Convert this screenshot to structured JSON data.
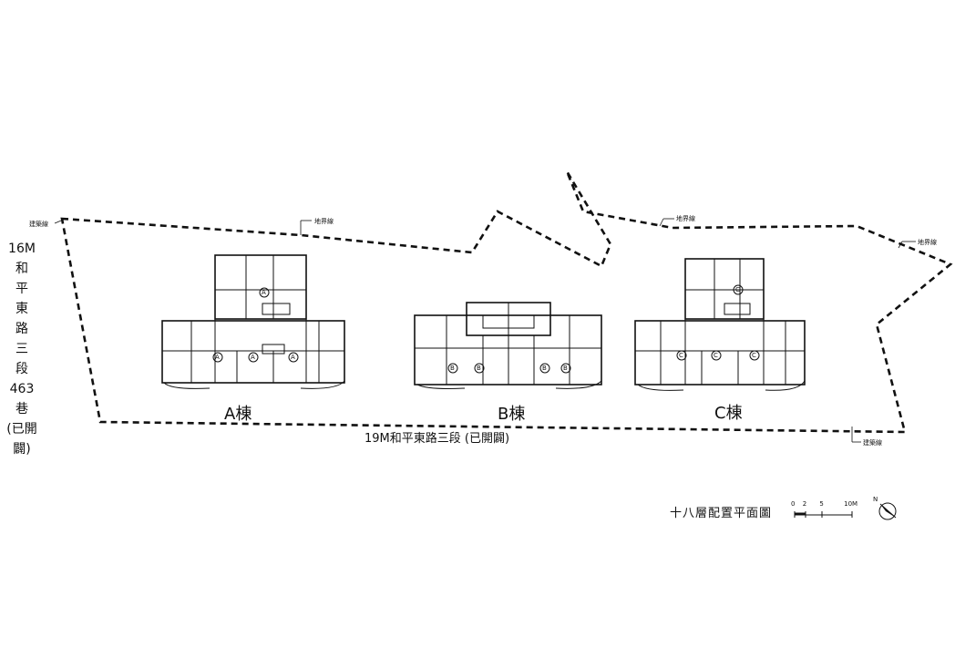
{
  "site": {
    "boundary_label_1": "地界線",
    "boundary_label_2": "地界線",
    "boundary_label_3": "地界線",
    "setback_label_1": "建築線",
    "setback_label_2": "建築線"
  },
  "roads": {
    "left_lines": [
      "16M",
      "和",
      "平",
      "東",
      "路",
      "三",
      "段",
      "463",
      "巷",
      "(已開闢)"
    ],
    "bottom": "19M和平東路三段 (已開闢)"
  },
  "buildings": [
    {
      "label": "A棟",
      "unit_tags": [
        "A",
        "A",
        "A",
        "A"
      ]
    },
    {
      "label": "B棟",
      "unit_tags": [
        "B",
        "B",
        "B",
        "B"
      ]
    },
    {
      "label": "C棟",
      "unit_tags": [
        "C",
        "C",
        "C",
        "C"
      ]
    }
  ],
  "legend": {
    "title": "十八層配置平面圖",
    "scale_ticks": [
      "0",
      "2",
      "5",
      "10M"
    ],
    "north": "N"
  },
  "colors": {
    "line": "#111111",
    "background": "#ffffff"
  }
}
